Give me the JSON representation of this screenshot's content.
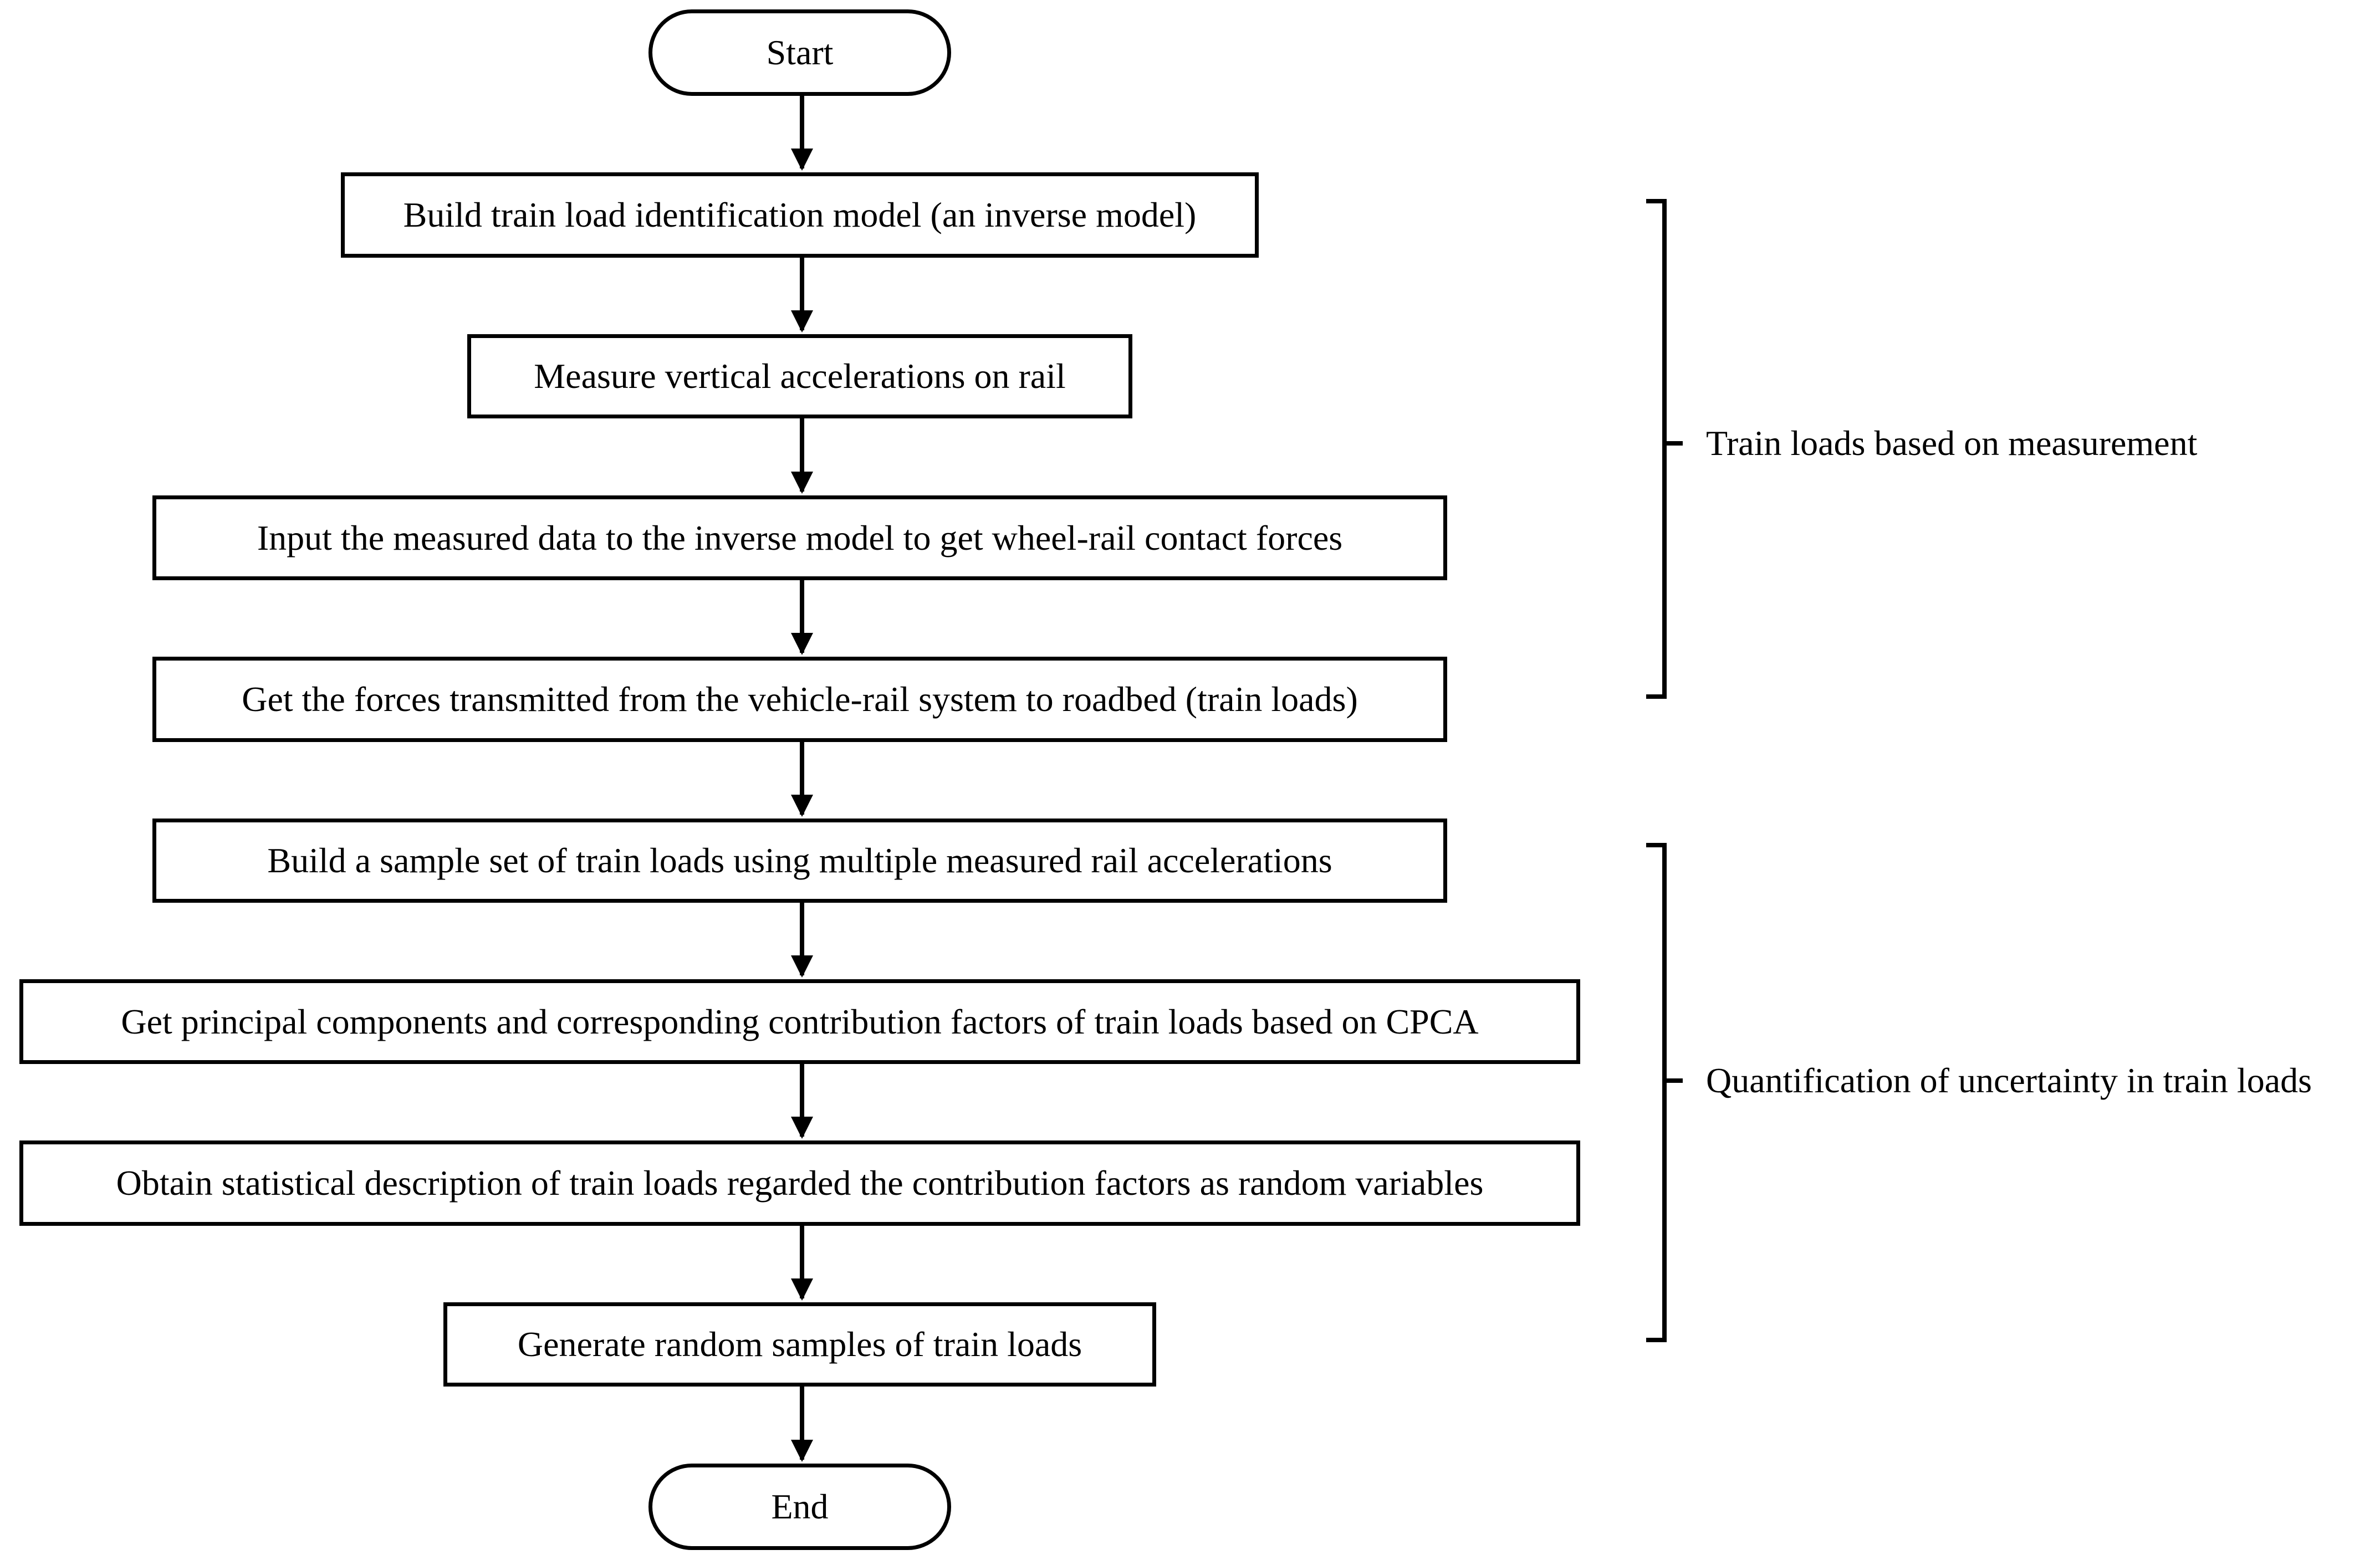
{
  "flowchart": {
    "start": "Start",
    "steps": [
      "Build train load identification model (an inverse model)",
      "Measure vertical accelerations on rail",
      "Input the measured data to the inverse model to get wheel-rail contact forces",
      "Get the forces transmitted from the vehicle-rail system to roadbed (train loads)",
      "Build a sample set of train loads using multiple measured rail accelerations",
      "Get principal components and corresponding contribution factors of train loads based on CPCA",
      "Obtain statistical description of train loads regarded the contribution factors as random variables",
      "Generate random samples of train loads"
    ],
    "end": "End"
  },
  "groups": [
    {
      "label": "Train loads based on measurement"
    },
    {
      "label": "Quantification of uncertainty in train loads"
    }
  ]
}
